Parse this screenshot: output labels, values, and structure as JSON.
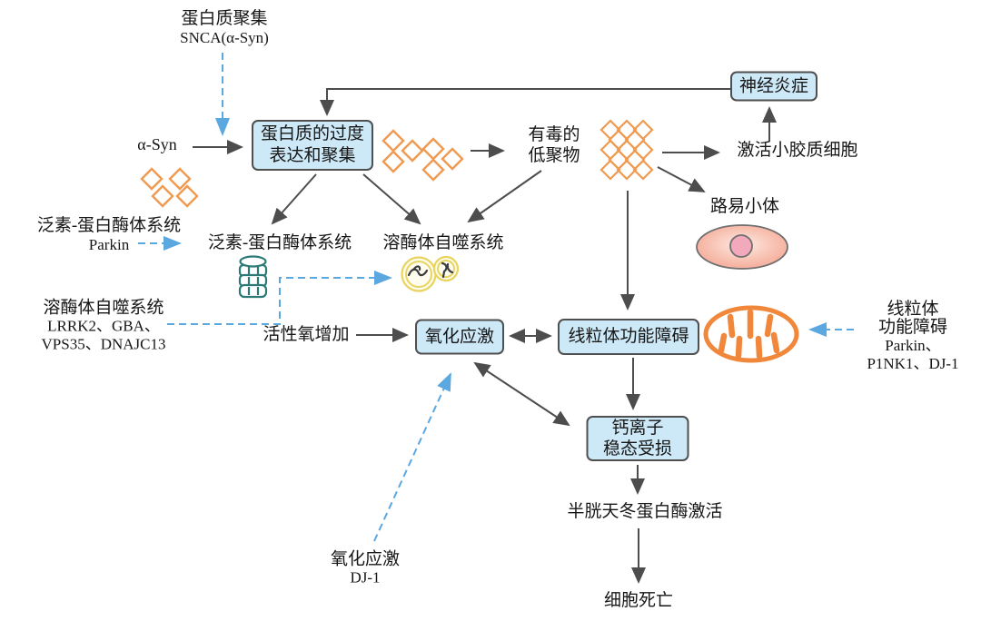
{
  "colors": {
    "box_fill": "#cde8f6",
    "box_border": "#4f4f4f",
    "solid_arrow": "#4d4d4d",
    "dashed_arrow": "#5ba7e0",
    "diamond_orange": "#ef9a50",
    "mitochondria_orange": "#f0873a",
    "proteasome_teal": "#2b7a76",
    "lysosome_yellow": "#e8d45f",
    "lewy_body_pink": "#f3a392",
    "lewy_nucleus_pink": "#f3a9bc"
  },
  "nodes": {
    "protein_aggregation_label": {
      "line1": "蛋白质聚集",
      "line2": "SNCA(α-Syn)"
    },
    "alpha_syn": "α-Syn",
    "overexpression_box": {
      "line1": "蛋白质的过度",
      "line2": "表达和聚集"
    },
    "toxic_oligomers": {
      "line1": "有毒的",
      "line2": "低聚物"
    },
    "neuroinflammation": "神经炎症",
    "activate_microglia": "激活小胶质细胞",
    "lewy_body": "路易小体",
    "ups_side_label": {
      "line1": "泛素-蛋白酶体系统",
      "line2": "Parkin"
    },
    "ups_node": "泛素-蛋白酶体系统",
    "alp_node": "溶酶体自噬系统",
    "alp_side_label": {
      "line1": "溶酶体自噬系统",
      "line2": "LRRK2、GBA、",
      "line3": "VPS35、DNAJC13"
    },
    "ros_increase": "活性氧增加",
    "oxidative_stress": "氧化应激",
    "mito_dysfunction": "线粒体功能障碍",
    "mito_side_label": {
      "line1": "线粒体",
      "line2": "功能障碍",
      "line3": "Parkin、",
      "line4": "P1NK1、DJ-1"
    },
    "calcium_box": {
      "line1": "钙离子",
      "line2": "稳态受损"
    },
    "caspase_activation": "半胱天冬蛋白酶激活",
    "cell_death": "细胞死亡",
    "os_side_label": {
      "line1": "氧化应激",
      "line2": "DJ-1"
    }
  }
}
